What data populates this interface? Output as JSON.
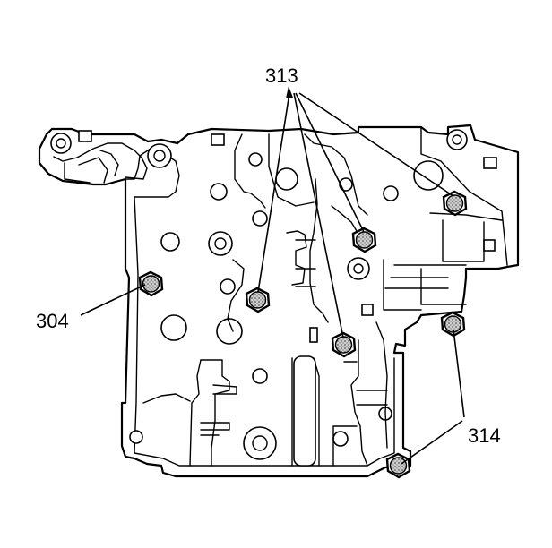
{
  "callouts": {
    "label_313": "313",
    "label_304": "304",
    "label_314": "314"
  },
  "bolts": [
    {
      "id": "bolt-304",
      "callout": "304"
    },
    {
      "id": "bolt-313-a",
      "callout": "313"
    },
    {
      "id": "bolt-313-b",
      "callout": "313"
    },
    {
      "id": "bolt-313-c",
      "callout": "313"
    },
    {
      "id": "bolt-313-d",
      "callout": "313"
    },
    {
      "id": "bolt-314-a",
      "callout": "314"
    },
    {
      "id": "bolt-314-b",
      "callout": "314"
    }
  ],
  "colors": {
    "line": "#000000",
    "background": "#ffffff",
    "bolt_fill": "#9a9a9a"
  }
}
